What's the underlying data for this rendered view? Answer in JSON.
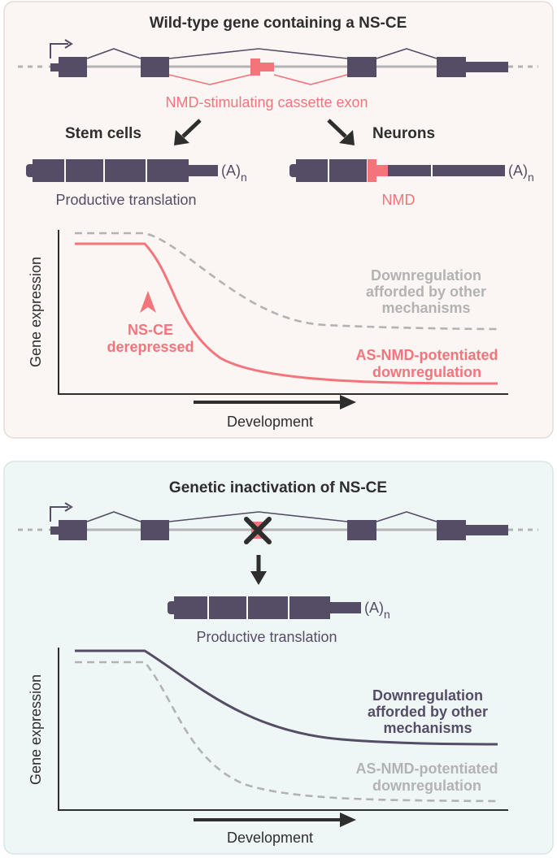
{
  "colors": {
    "dark": "#554d66",
    "pink": "#f4747c",
    "grey": "#b3b3b3",
    "panel1_bg": "#fbf5f3",
    "panel2_bg": "#eef6f6",
    "arrow": "#2e2e2e"
  },
  "panel1": {
    "title": "Wild-type gene containing a NS-CE",
    "exon_label": "NMD-stimulating cassette exon",
    "left_branch": "Stem cells",
    "right_branch": "Neurons",
    "polyA": "(A)",
    "polyA_sub": "n",
    "left_outcome": "Productive translation",
    "right_outcome": "NMD",
    "y_axis": "Gene expression",
    "x_axis": "Development",
    "annot_nsce": [
      "NS-CE",
      "derepressed"
    ],
    "annot_other": [
      "Downregulation",
      "afforded by other",
      "mechanisms"
    ],
    "annot_asnmd": [
      "AS-NMD-potentiated",
      "downregulation"
    ]
  },
  "panel2": {
    "title": "Genetic inactivation of NS-CE",
    "polyA": "(A)",
    "polyA_sub": "n",
    "outcome": "Productive translation",
    "y_axis": "Gene expression",
    "x_axis": "Development",
    "annot_other": [
      "Downregulation",
      "afforded by other",
      "mechanisms"
    ],
    "annot_asnmd": [
      "AS-NMD-potentiated",
      "downregulation"
    ]
  }
}
